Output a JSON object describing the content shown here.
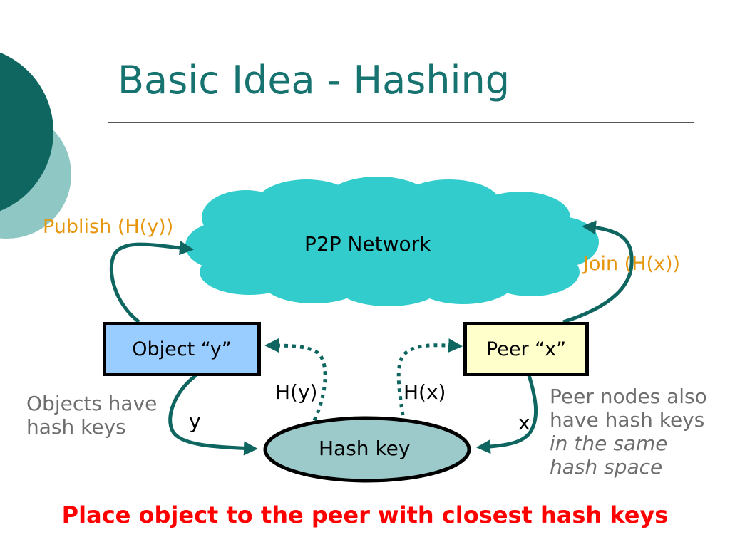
{
  "title": "Basic Idea -  Hashing",
  "network_label": "P2P Network",
  "publish_label": "Publish (H(y))",
  "join_label": "Join (H(x))",
  "object_label": "Object “y”",
  "peer_label": "Peer “x”",
  "hash_key_label": "Hash key",
  "hy_label": "H(y)",
  "hx_label": "H(x)",
  "y_label": "y",
  "x_label": "x",
  "objects_note": [
    "Objects have",
    "hash keys"
  ],
  "peer_note": [
    "Peer nodes also",
    "have hash keys"
  ],
  "peer_note_italic": [
    "in the same",
    "hash space"
  ],
  "conclusion": "Place object to the peer with closest hash keys",
  "colors": {
    "title": "#17736f",
    "dark_teal": "#0f6660",
    "light_teal": "#8ec7c3",
    "cloud": "#33cccc",
    "object_box": "#99ccff",
    "peer_box": "#ffffcc",
    "hash_key": "#9cc9c9",
    "arrow": "#0f6660",
    "orange": "#e6960c",
    "gray": "#6e6e6e",
    "red": "#ff0000"
  }
}
